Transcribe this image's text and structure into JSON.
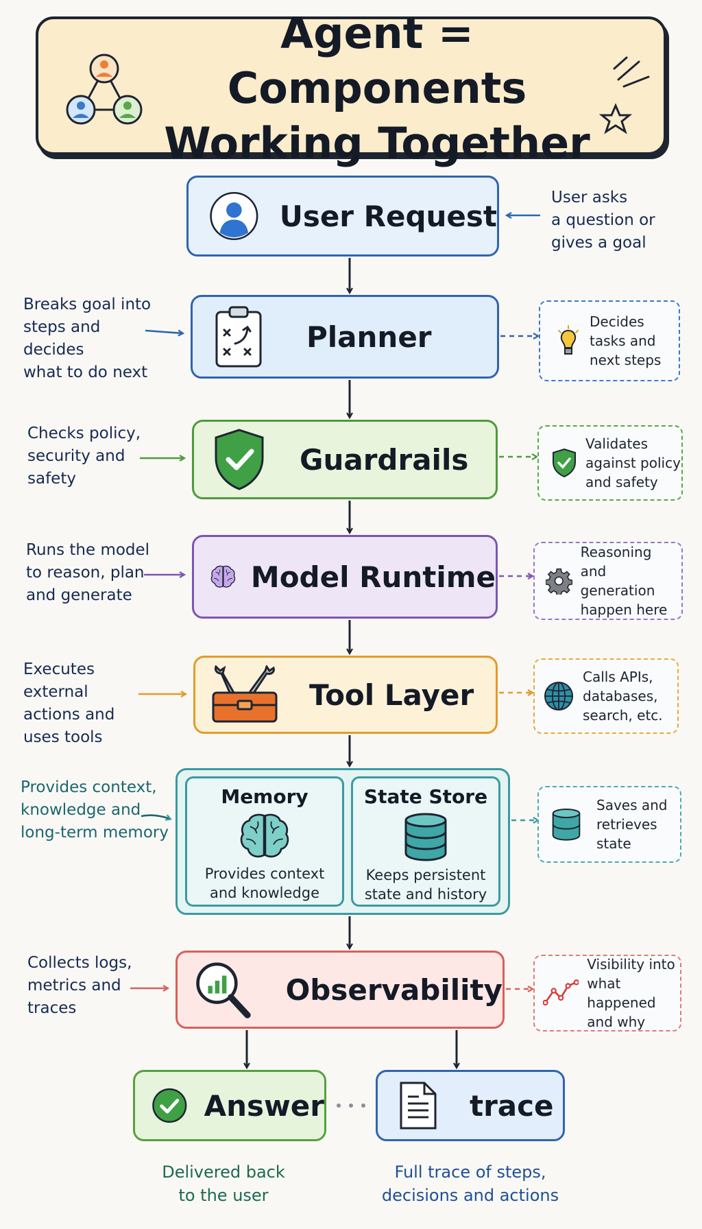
{
  "title": {
    "line1": "Agent = Components",
    "line2": "Working Together"
  },
  "nodes": {
    "user_request": {
      "label": "User Request",
      "note": [
        "User asks",
        "a question or",
        "gives a goal"
      ]
    },
    "planner": {
      "label": "Planner",
      "note": [
        "Breaks goal into",
        "steps and decides",
        "what to do next"
      ],
      "side": [
        "Decides",
        "tasks and",
        "next steps"
      ]
    },
    "guardrails": {
      "label": "Guardrails",
      "note": [
        "Checks policy,",
        "security and",
        "safety"
      ],
      "side": [
        "Validates",
        "against policy",
        "and safety"
      ]
    },
    "model_runtime": {
      "label": "Model Runtime",
      "note": [
        "Runs the model",
        "to reason, plan",
        "and generate"
      ],
      "side": [
        "Reasoning",
        "and generation",
        "happen here"
      ]
    },
    "tool_layer": {
      "label": "Tool Layer",
      "note": [
        "Executes external",
        "actions and",
        "uses tools"
      ],
      "side": [
        "Calls APIs,",
        "databases,",
        "search, etc."
      ]
    },
    "memory_group": {
      "note": [
        "Provides context,",
        "knowledge and",
        "long-term memory"
      ],
      "side": [
        "Saves and",
        "retrieves",
        "state"
      ],
      "memory": {
        "title": "Memory",
        "desc": [
          "Provides context",
          "and knowledge"
        ]
      },
      "state_store": {
        "title": "State Store",
        "desc": [
          "Keeps persistent",
          "state and history"
        ]
      }
    },
    "observability": {
      "label": "Observability",
      "note": [
        "Collects logs,",
        "metrics and",
        "traces"
      ],
      "side": [
        "Visibility into",
        "what happened",
        "and why"
      ]
    },
    "answer": {
      "label": "Answer",
      "caption": [
        "Delivered back",
        "to the user"
      ]
    },
    "trace": {
      "label": "trace",
      "caption": [
        "Full trace of steps,",
        "decisions and actions"
      ]
    }
  },
  "icons": {
    "banner": "team-network-icon",
    "user_request": "user-icon",
    "planner": "clipboard-strategy-icon",
    "guardrails": "shield-check-icon",
    "model_runtime": "brain-icon",
    "tool_layer": "toolbox-icon",
    "memory": "brain-icon",
    "state_store": "database-icon",
    "observability": "magnifier-chart-icon",
    "answer": "check-circle-icon",
    "trace": "document-icon"
  },
  "colors": {
    "blue": "#2e64b0",
    "green": "#4e9a3c",
    "purple": "#7e54b4",
    "orange": "#e49a2c",
    "teal": "#3a9aa0",
    "red": "#d8605a",
    "banner": "#fbeccc"
  }
}
